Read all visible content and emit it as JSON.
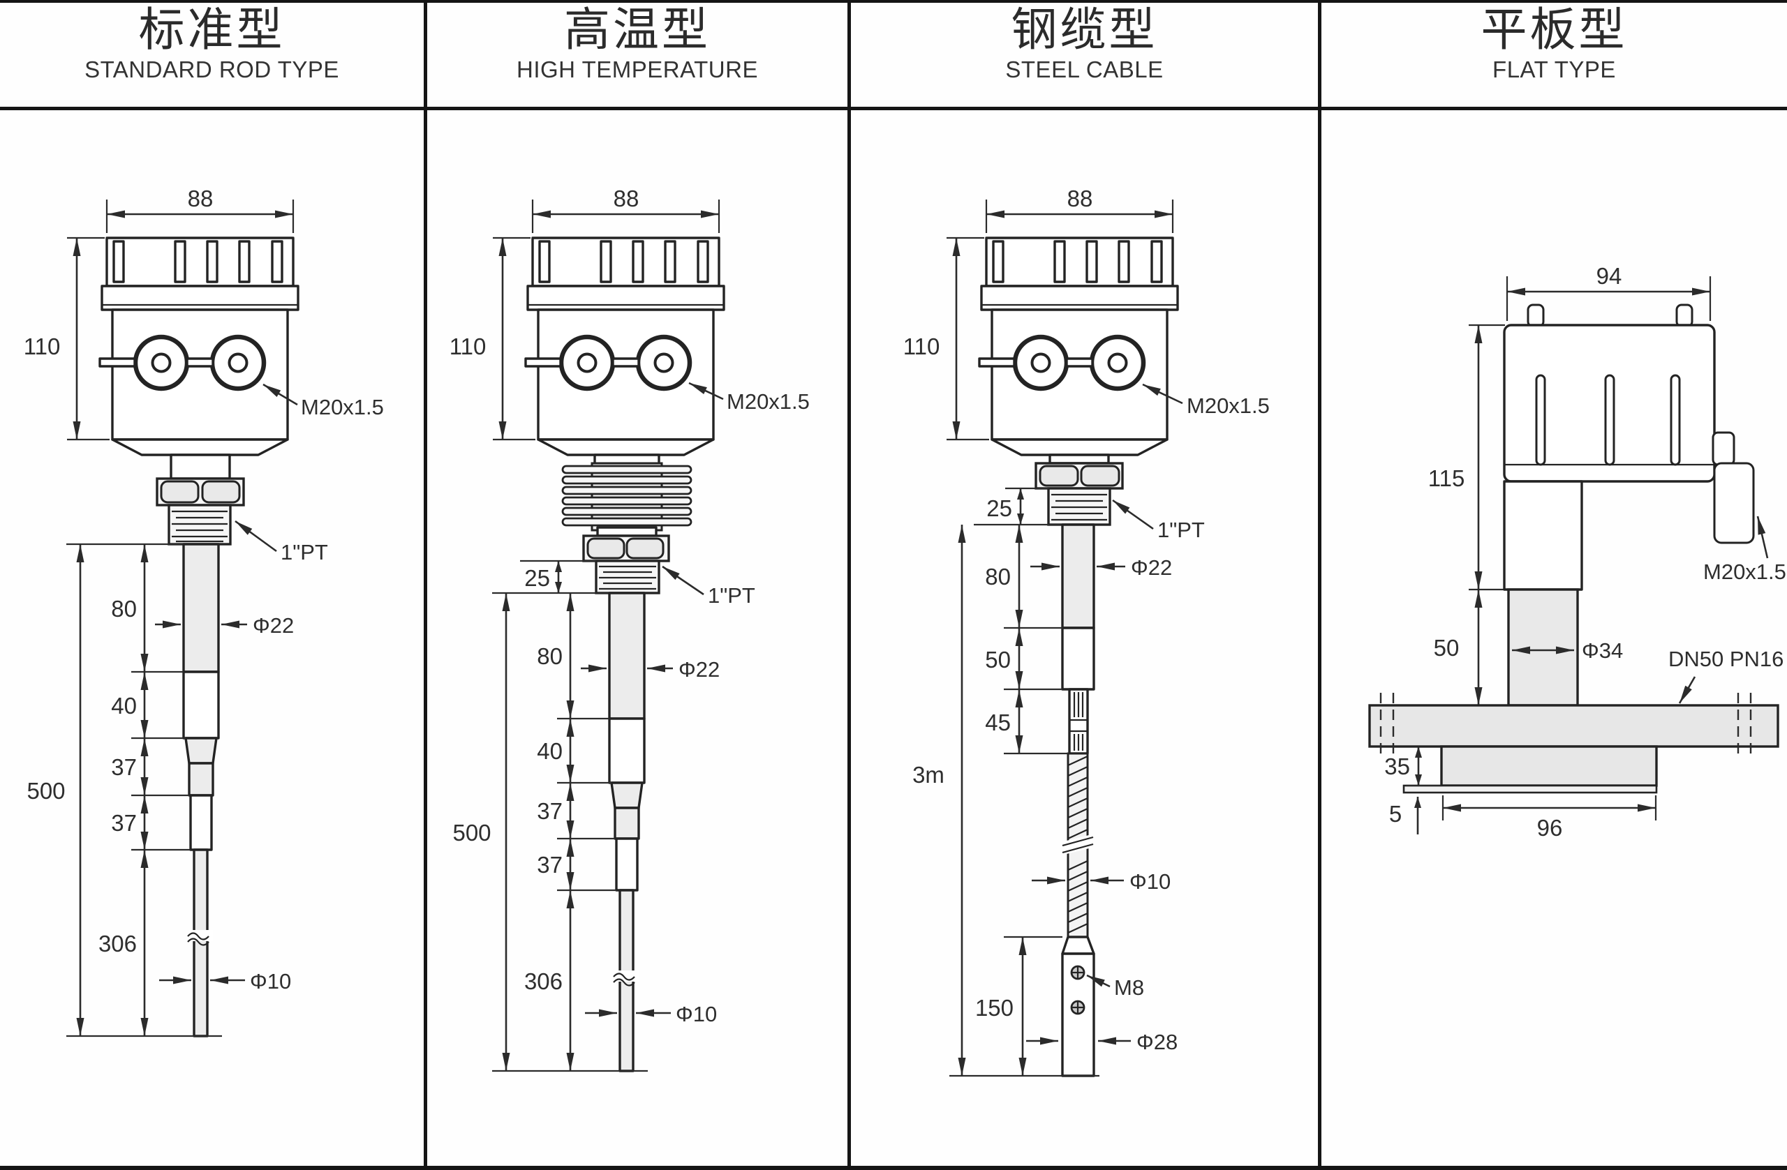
{
  "columns": [
    {
      "title_cn": "标准型",
      "title_en": "STANDARD ROD TYPE",
      "labels": {
        "head_width": "88",
        "head_height": "110",
        "cable_gland": "M20x1.5",
        "process_thread": "1\"PT",
        "rod_dia": "Φ22",
        "tip_dia": "Φ10",
        "seg1": "80",
        "seg2": "40",
        "seg3": "37",
        "seg4": "37",
        "seg5": "306",
        "total_len": "500"
      }
    },
    {
      "title_cn": "高温型",
      "title_en": "HIGH TEMPERATURE",
      "labels": {
        "head_width": "88",
        "head_height": "110",
        "cable_gland": "M20x1.5",
        "process_thread": "1\"PT",
        "thread_len": "25",
        "rod_dia": "Φ22",
        "tip_dia": "Φ10",
        "seg1": "80",
        "seg2": "40",
        "seg3": "37",
        "seg4": "37",
        "seg5": "306",
        "total_len": "500"
      }
    },
    {
      "title_cn": "钢缆型",
      "title_en": "STEEL CABLE",
      "labels": {
        "head_width": "88",
        "head_height": "110",
        "cable_gland": "M20x1.5",
        "process_thread": "1\"PT",
        "thread_len": "25",
        "rod_dia": "Φ22",
        "cable_dia": "Φ10",
        "seg1": "80",
        "seg2": "50",
        "seg3": "45",
        "total_len": "3m",
        "weight_len": "150",
        "weight_screw": "M8",
        "weight_dia": "Φ28"
      }
    },
    {
      "title_cn": "平板型",
      "title_en": "FLAT TYPE",
      "labels": {
        "body_width": "94",
        "body_height": "115",
        "cable_gland": "M20x1.5",
        "neck_len": "50",
        "neck_dia": "Φ34",
        "flange": "DN50 PN16",
        "plate_thk": "35",
        "pad_thk": "5",
        "plate_width": "96"
      }
    }
  ]
}
